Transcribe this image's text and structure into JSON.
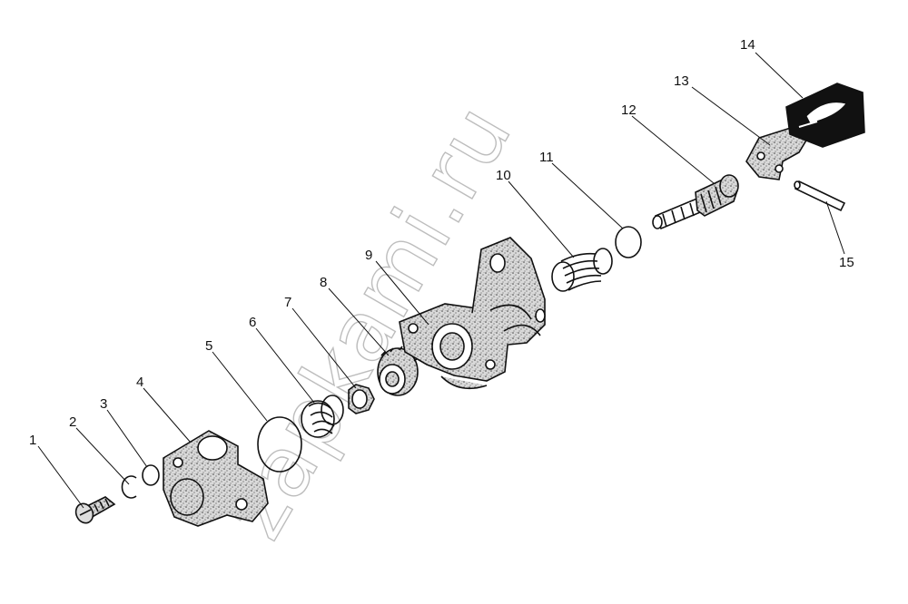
{
  "watermark": "zapkami.ru",
  "callouts": [
    {
      "id": "1",
      "label": "1"
    },
    {
      "id": "2",
      "label": "2"
    },
    {
      "id": "3",
      "label": "3"
    },
    {
      "id": "4",
      "label": "4"
    },
    {
      "id": "5",
      "label": "5"
    },
    {
      "id": "6",
      "label": "6"
    },
    {
      "id": "7",
      "label": "7"
    },
    {
      "id": "8",
      "label": "8"
    },
    {
      "id": "9",
      "label": "9"
    },
    {
      "id": "10",
      "label": "10"
    },
    {
      "id": "11",
      "label": "11"
    },
    {
      "id": "12",
      "label": "12"
    },
    {
      "id": "13",
      "label": "13"
    },
    {
      "id": "14",
      "label": "14"
    },
    {
      "id": "15",
      "label": "15"
    }
  ]
}
